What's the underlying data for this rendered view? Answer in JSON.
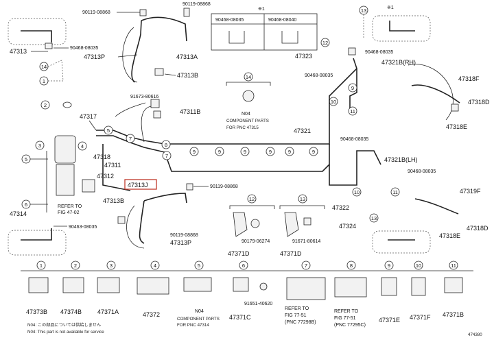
{
  "parts": {
    "p47313": "47313",
    "p47313P": "47313P",
    "p47313A": "47313A",
    "p47313B": "47313B",
    "p47313B_2": "47313B",
    "p47313P_2": "47313P",
    "p47313J": "47313J",
    "p47317": "47317",
    "p47318": "47318",
    "p47311": "47311",
    "p47312": "47312",
    "p47314": "47314",
    "p47311B": "47311B",
    "p47323": "47323",
    "p47321B_RH": "47321B(RH)",
    "p47321B_LH": "47321B(LH)",
    "p47321": "47321",
    "p47322": "47322",
    "p47324": "47324",
    "p47318F": "47318F",
    "p47318D": "47318D",
    "p47318E": "47318E",
    "p47319F": "47319F",
    "p47318D_2": "47318D",
    "p47318E_2": "47318E",
    "p47371D": "47371D",
    "p47371D_2": "47371D",
    "n90119_08868_a": "90119-08868",
    "n90119_08868_b": "90119-08868",
    "n90119_08868_c": "90119-08868",
    "n90119_08868_d": "90119-08868",
    "n90468_08035_a": "90468-08035",
    "n90468_08035_b": "90468-08035",
    "n90468_08035_c": "90468-08035",
    "n90468_08035_d": "90468-08035",
    "n90468_08035_e": "90468-08035",
    "n90463_08035": "90463-08035",
    "n91673_80616": "91673-80616",
    "n90179_06274": "90179-06274",
    "n91671_80614": "91671-80614",
    "n91651_40620": "91651-40620",
    "refer_fig_47_02": [
      "REFER TO",
      "FIG 47-02"
    ]
  },
  "table": {
    "mark": "※1",
    "headers": [
      "90468-08035",
      "90468-08040"
    ]
  },
  "callout14": {
    "num": "14",
    "code": "N04",
    "text": [
      "COMPONENT PARTS",
      "FOR PNC 47315"
    ]
  },
  "bottom_row": [
    {
      "num": "1",
      "label": "47373B"
    },
    {
      "num": "2",
      "label": "47374B"
    },
    {
      "num": "3",
      "label": "47371A"
    },
    {
      "num": "4",
      "label": "47372"
    },
    {
      "num": "5",
      "label": "N04",
      "text": [
        "COMPONENT PARTS",
        "FOR PNC 47314"
      ]
    },
    {
      "num": "6",
      "label": "47371C",
      "extra": "91651-40620"
    },
    {
      "num": "7",
      "label": "REFER TO",
      "text": [
        "FIG 77-51",
        "(PNC 77298B)"
      ]
    },
    {
      "num": "8",
      "label": "REFER TO",
      "text": [
        "FIG 77-51",
        "(PNC 77295C)"
      ]
    },
    {
      "num": "9",
      "label": "47371E"
    },
    {
      "num": "10",
      "label": "47371F"
    },
    {
      "num": "11",
      "label": "47371B"
    }
  ],
  "mid_callouts": [
    "12",
    "13"
  ],
  "footnotes": [
    "N04: この部品については供給しません",
    "N04: This part is not available for service"
  ],
  "figure_id": "474380"
}
